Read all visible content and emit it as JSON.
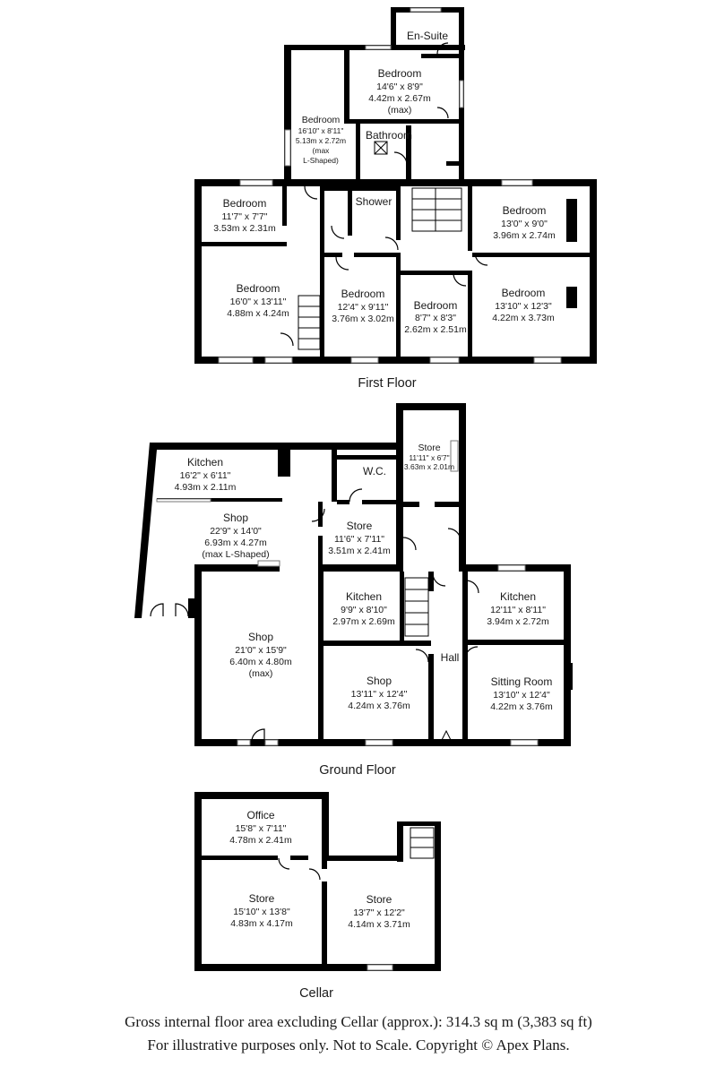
{
  "first_floor": {
    "label": "First Floor",
    "rooms": {
      "ensuite": {
        "name": "En-Suite"
      },
      "bedroom_a": {
        "name": "Bedroom",
        "imperial": "14'6\" x 8'9\"",
        "metric": "4.42m x 2.67m",
        "note": "(max)"
      },
      "bedroom_b": {
        "name": "Bedroom",
        "imperial": "16'10\" x 8'11\"",
        "metric": "5.13m x 2.72m",
        "note1": "(max",
        "note2": "L-Shaped)"
      },
      "bathroom": {
        "name": "Bathroom"
      },
      "shower": {
        "name": "Shower"
      },
      "bedroom_c": {
        "name": "Bedroom",
        "imperial": "11'7\" x 7'7\"",
        "metric": "3.53m x 2.31m"
      },
      "bedroom_d": {
        "name": "Bedroom",
        "imperial": "13'0\" x 9'0\"",
        "metric": "3.96m x 2.74m"
      },
      "bedroom_e": {
        "name": "Bedroom",
        "imperial": "16'0\" x 13'11\"",
        "metric": "4.88m x 4.24m"
      },
      "bedroom_f": {
        "name": "Bedroom",
        "imperial": "12'4\" x 9'11\"",
        "metric": "3.76m x 3.02m"
      },
      "bedroom_g": {
        "name": "Bedroom",
        "imperial": "8'7\" x 8'3\"",
        "metric": "2.62m x 2.51m"
      },
      "bedroom_h": {
        "name": "Bedroom",
        "imperial": "13'10\" x 12'3\"",
        "metric": "4.22m x 3.73m"
      }
    }
  },
  "ground_floor": {
    "label": "Ground Floor",
    "rooms": {
      "kitchen_a": {
        "name": "Kitchen",
        "imperial": "16'2\" x 6'11\"",
        "metric": "4.93m x 2.11m"
      },
      "wc": {
        "name": "W.C."
      },
      "store_a": {
        "name": "Store",
        "imperial": "11'11\" x 6'7\"",
        "metric": "3.63m x 2.01m"
      },
      "shop_a": {
        "name": "Shop",
        "imperial": "22'9\" x 14'0\"",
        "metric": "6.93m x 4.27m",
        "note": "(max L-Shaped)"
      },
      "store_b": {
        "name": "Store",
        "imperial": "11'6\" x 7'11\"",
        "metric": "3.51m x 2.41m"
      },
      "kitchen_b": {
        "name": "Kitchen",
        "imperial": "9'9\" x 8'10\"",
        "metric": "2.97m x 2.69m"
      },
      "kitchen_c": {
        "name": "Kitchen",
        "imperial": "12'11\" x 8'11\"",
        "metric": "3.94m x 2.72m"
      },
      "shop_b": {
        "name": "Shop",
        "imperial": "21'0\" x 15'9\"",
        "metric": "6.40m x 4.80m",
        "note": "(max)"
      },
      "hall": {
        "name": "Hall"
      },
      "shop_c": {
        "name": "Shop",
        "imperial": "13'11\" x 12'4\"",
        "metric": "4.24m x 3.76m"
      },
      "sitting": {
        "name": "Sitting Room",
        "imperial": "13'10\" x 12'4\"",
        "metric": "4.22m x 3.76m"
      }
    }
  },
  "cellar": {
    "label": "Cellar",
    "rooms": {
      "office": {
        "name": "Office",
        "imperial": "15'8\" x 7'11\"",
        "metric": "4.78m x 2.41m"
      },
      "store_a": {
        "name": "Store",
        "imperial": "15'10\" x 13'8\"",
        "metric": "4.83m x 4.17m"
      },
      "store_b": {
        "name": "Store",
        "imperial": "13'7\" x 12'2\"",
        "metric": "4.14m x 3.71m"
      }
    }
  },
  "footer": {
    "area": "Gross internal floor area excluding Cellar (approx.): 314.3 sq m (3,383 sq ft)",
    "disclaimer": "For illustrative purposes only. Not to Scale. Copyright © Apex Plans."
  }
}
